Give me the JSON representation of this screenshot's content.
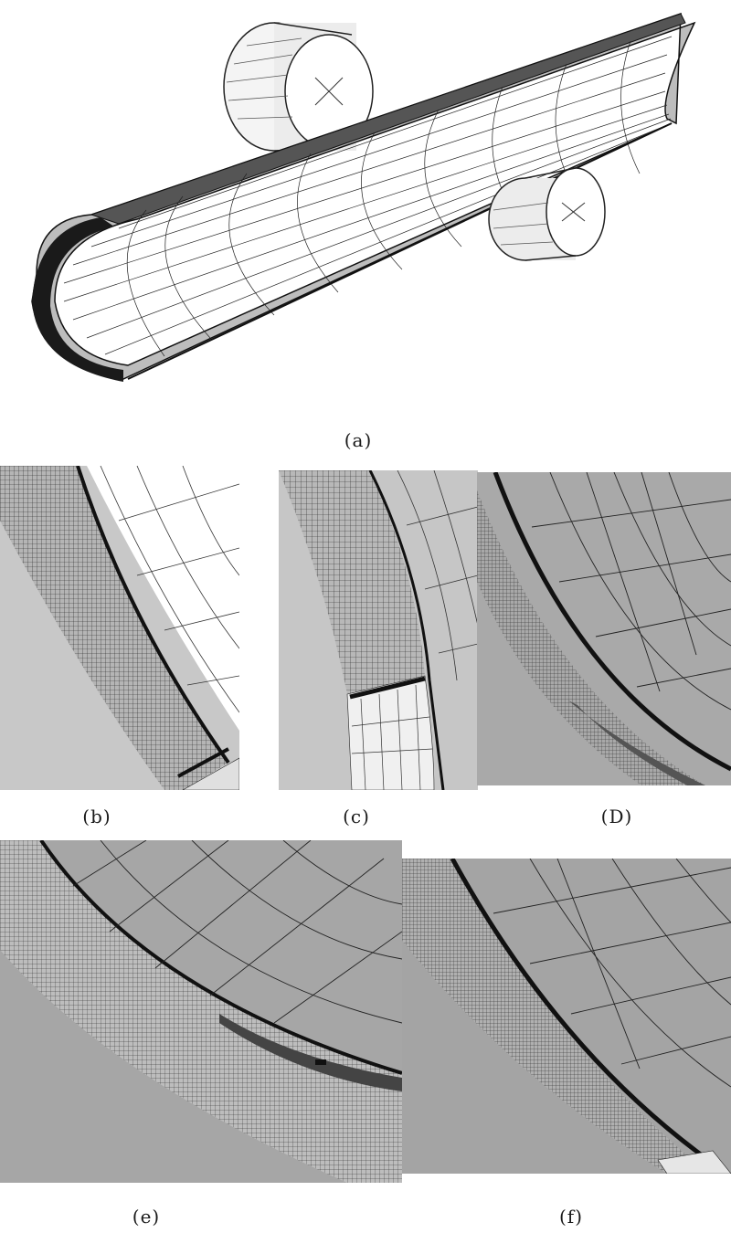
{
  "figure": {
    "panels": [
      {
        "id": "a",
        "caption": "(a)",
        "view": "pipe-with-rollers"
      },
      {
        "id": "b",
        "caption": "(b)",
        "view": "mesh-detail-1"
      },
      {
        "id": "c",
        "caption": "(c)",
        "view": "mesh-detail-2"
      },
      {
        "id": "d",
        "caption": "(D)",
        "view": "mesh-detail-3"
      },
      {
        "id": "e",
        "caption": "(e)",
        "view": "mesh-detail-4"
      },
      {
        "id": "f",
        "caption": "(f)",
        "view": "mesh-detail-5"
      }
    ],
    "colors": {
      "background": "#ffffff",
      "surface_inner": "#c4c4c4",
      "surface_outer": "#9a9a9a",
      "mesh_line": "#1a1a1a",
      "roller_fill": "#f2f2f2"
    }
  }
}
